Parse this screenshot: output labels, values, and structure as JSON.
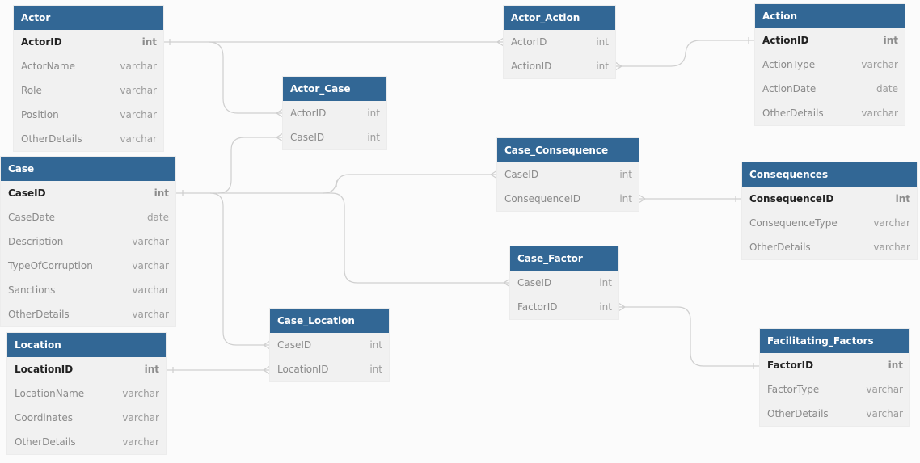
{
  "tables": [
    {
      "id": "actor",
      "name": "Actor",
      "fields": [
        {
          "name": "ActorID",
          "type": "int",
          "pk": true
        },
        {
          "name": "ActorName",
          "type": "varchar"
        },
        {
          "name": "Role",
          "type": "varchar"
        },
        {
          "name": "Position",
          "type": "varchar"
        },
        {
          "name": "OtherDetails",
          "type": "varchar"
        }
      ]
    },
    {
      "id": "actor_case",
      "name": "Actor_Case",
      "fields": [
        {
          "name": "ActorID",
          "type": "int"
        },
        {
          "name": "CaseID",
          "type": "int"
        }
      ]
    },
    {
      "id": "actor_action",
      "name": "Actor_Action",
      "fields": [
        {
          "name": "ActorID",
          "type": "int"
        },
        {
          "name": "ActionID",
          "type": "int"
        }
      ]
    },
    {
      "id": "action",
      "name": "Action",
      "fields": [
        {
          "name": "ActionID",
          "type": "int",
          "pk": true
        },
        {
          "name": "ActionType",
          "type": "varchar"
        },
        {
          "name": "ActionDate",
          "type": "date"
        },
        {
          "name": "OtherDetails",
          "type": "varchar"
        }
      ]
    },
    {
      "id": "case",
      "name": "Case",
      "fields": [
        {
          "name": "CaseID",
          "type": "int",
          "pk": true
        },
        {
          "name": "CaseDate",
          "type": "date"
        },
        {
          "name": "Description",
          "type": "varchar"
        },
        {
          "name": "TypeOfCorruption",
          "type": "varchar"
        },
        {
          "name": "Sanctions",
          "type": "varchar"
        },
        {
          "name": "OtherDetails",
          "type": "varchar"
        }
      ]
    },
    {
      "id": "case_consequence",
      "name": "Case_Consequence",
      "fields": [
        {
          "name": "CaseID",
          "type": "int"
        },
        {
          "name": "ConsequenceID",
          "type": "int"
        }
      ]
    },
    {
      "id": "consequences",
      "name": "Consequences",
      "fields": [
        {
          "name": "ConsequenceID",
          "type": "int",
          "pk": true
        },
        {
          "name": "ConsequenceType",
          "type": "varchar"
        },
        {
          "name": "OtherDetails",
          "type": "varchar"
        }
      ]
    },
    {
      "id": "case_factor",
      "name": "Case_Factor",
      "fields": [
        {
          "name": "CaseID",
          "type": "int"
        },
        {
          "name": "FactorID",
          "type": "int"
        }
      ]
    },
    {
      "id": "case_location",
      "name": "Case_Location",
      "fields": [
        {
          "name": "CaseID",
          "type": "int"
        },
        {
          "name": "LocationID",
          "type": "int"
        }
      ]
    },
    {
      "id": "location",
      "name": "Location",
      "fields": [
        {
          "name": "LocationID",
          "type": "int",
          "pk": true
        },
        {
          "name": "LocationName",
          "type": "varchar"
        },
        {
          "name": "Coordinates",
          "type": "varchar"
        },
        {
          "name": "OtherDetails",
          "type": "varchar"
        }
      ]
    },
    {
      "id": "facilitating_factors",
      "name": "Facilitating_Factors",
      "fields": [
        {
          "name": "FactorID",
          "type": "int",
          "pk": true
        },
        {
          "name": "FactorType",
          "type": "varchar"
        },
        {
          "name": "OtherDetails",
          "type": "varchar"
        }
      ]
    }
  ],
  "relationships": [
    {
      "from": "Actor.ActorID",
      "to": "Actor_Action.ActorID",
      "cardinality": "one-to-many"
    },
    {
      "from": "Actor.ActorID",
      "to": "Actor_Case.ActorID",
      "cardinality": "one-to-many"
    },
    {
      "from": "Action.ActionID",
      "to": "Actor_Action.ActionID",
      "cardinality": "one-to-many"
    },
    {
      "from": "Case.CaseID",
      "to": "Actor_Case.CaseID",
      "cardinality": "one-to-many"
    },
    {
      "from": "Case.CaseID",
      "to": "Case_Consequence.CaseID",
      "cardinality": "one-to-many"
    },
    {
      "from": "Case.CaseID",
      "to": "Case_Factor.CaseID",
      "cardinality": "one-to-many"
    },
    {
      "from": "Case.CaseID",
      "to": "Case_Location.CaseID",
      "cardinality": "one-to-many"
    },
    {
      "from": "Consequences.ConsequenceID",
      "to": "Case_Consequence.ConsequenceID",
      "cardinality": "one-to-many"
    },
    {
      "from": "Location.LocationID",
      "to": "Case_Location.LocationID",
      "cardinality": "one-to-many"
    },
    {
      "from": "Facilitating_Factors.FactorID",
      "to": "Case_Factor.FactorID",
      "cardinality": "one-to-many"
    }
  ]
}
